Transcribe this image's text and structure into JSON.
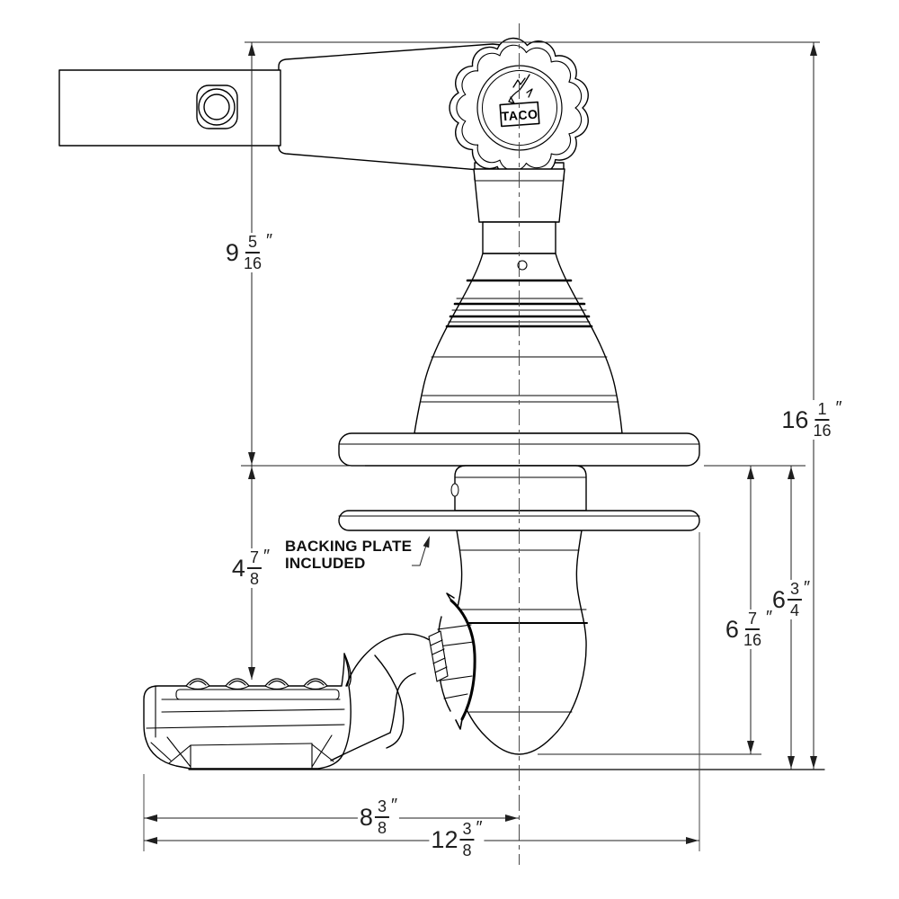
{
  "drawing": {
    "brand": "TACO",
    "note": {
      "line1": "BACKING PLATE",
      "line2": "INCLUDED"
    },
    "colors": {
      "line": "#000000",
      "dimension_line": "#1f1f1f",
      "background": "#ffffff"
    },
    "dimensions": {
      "top_to_flange": {
        "whole": "9",
        "num": "5",
        "den": "16",
        "unit": "″"
      },
      "overall_height": {
        "whole": "16",
        "num": "1",
        "den": "16",
        "unit": "″"
      },
      "flange_to_mount": {
        "whole": "4",
        "num": "7",
        "den": "8",
        "unit": "″"
      },
      "flange_to_floor": {
        "whole": "6",
        "num": "3",
        "den": "4",
        "unit": "″"
      },
      "flange_to_ball": {
        "whole": "6",
        "num": "7",
        "den": "16",
        "unit": "″"
      },
      "mount_to_centerline": {
        "whole": "8",
        "num": "3",
        "den": "8",
        "unit": "″"
      },
      "mount_to_flange_edge": {
        "whole": "12",
        "num": "3",
        "den": "8",
        "unit": "″"
      }
    }
  }
}
